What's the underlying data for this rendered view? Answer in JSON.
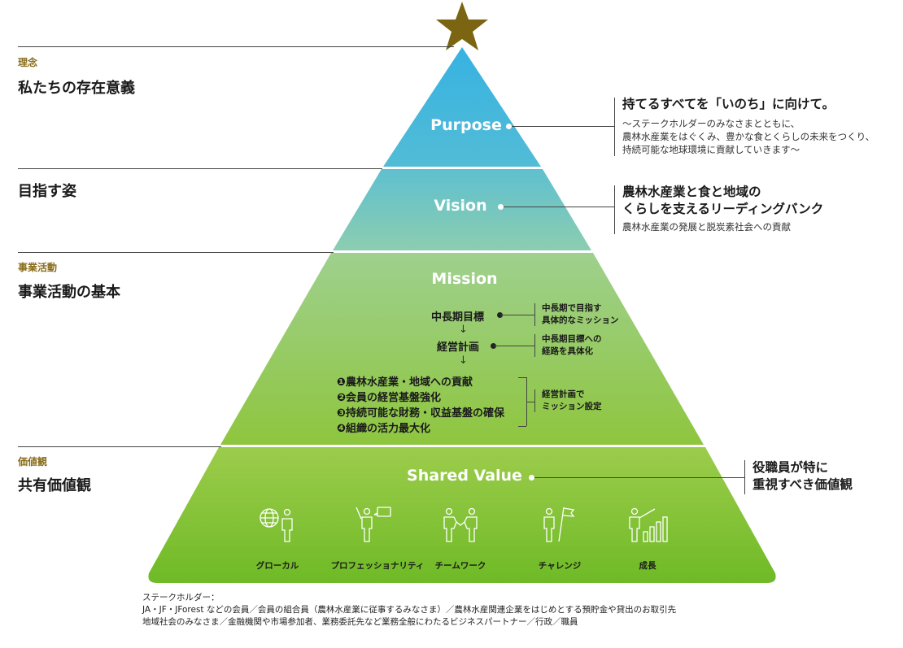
{
  "left": {
    "purpose_cat": "理念",
    "purpose_head": "私たちの存在意義",
    "vision_head": "目指す姿",
    "mission_cat": "事業活動",
    "mission_head": "事業活動の基本",
    "value_cat": "価値観",
    "value_head": "共有価値観"
  },
  "pyramid": {
    "purpose": "Purpose",
    "vision": "Vision",
    "mission": "Mission",
    "shared_value": "Shared Value",
    "colors": {
      "top": "#3bb5e0",
      "vision": "#6cc4c4",
      "mission_top": "#9ccf8c",
      "bottom": "#79bf2a",
      "star": "#7b6512"
    }
  },
  "mission": {
    "step1": "中長期目標",
    "step1_note_1": "中長期で目指す",
    "step1_note_2": "具体的なミッション",
    "step2": "経営計画",
    "step2_note_1": "中長期目標への",
    "step2_note_2": "経路を具体化",
    "arrow": "↓",
    "items": [
      "❶農林水産業・地域への貢献",
      "❷会員の経営基盤強化",
      "❸持続可能な財務・収益基盤の確保",
      "❹組織の活力最大化"
    ],
    "items_note_1": "経営計画で",
    "items_note_2": "ミッション設定"
  },
  "right": {
    "purpose_title": "持てるすべてを「いのち」に向けて。",
    "purpose_sub": [
      "〜ステークホルダーのみなさまとともに、",
      "農林水産業をはぐくみ、豊かな食とくらしの未来をつくり、",
      "持続可能な地球環境に貢献していきます〜"
    ],
    "vision_title": [
      "農林水産業と食と地域の",
      "くらしを支えるリーディングバンク"
    ],
    "vision_sub": "農林水産業の発展と脱炭素社会への貢献",
    "value_title": [
      "役職員が特に",
      "重視すべき価値観"
    ]
  },
  "values": [
    {
      "label": "グローカル",
      "icon": "globe-person-icon"
    },
    {
      "label": "プロフェッショナリティ",
      "icon": "presenter-icon"
    },
    {
      "label": "チームワーク",
      "icon": "handshake-icon"
    },
    {
      "label": "チャレンジ",
      "icon": "flag-person-icon"
    },
    {
      "label": "成長",
      "icon": "growth-chart-icon"
    }
  ],
  "footer": [
    "ステークホルダー：",
    "JA・JF・JForest などの会員／会員の組合員（農林水産業に従事するみなさま）／農林水産関連企業をはじめとする預貯金や貸出のお取引先",
    "地域社会のみなさま／金融機関や市場参加者、業務委託先など業務全般にわたるビジネスパートナー／行政／職員"
  ]
}
